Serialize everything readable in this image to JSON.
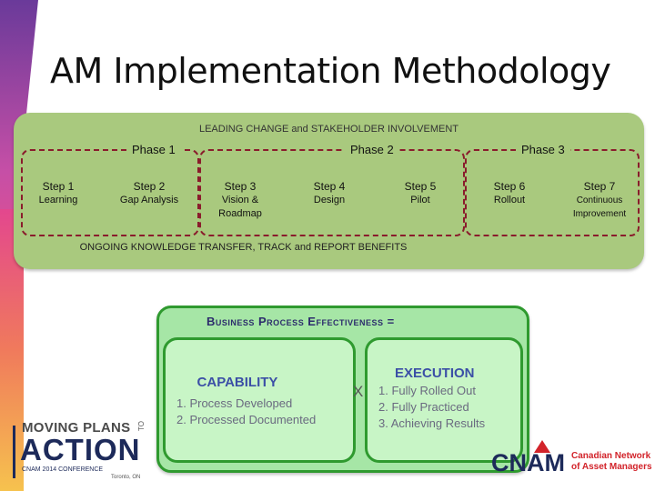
{
  "title": "AM Implementation Methodology",
  "framework": {
    "top_label": "LEADING CHANGE and STAKEHOLDER INVOLVEMENT",
    "bottom_label": "ONGOING KNOWLEDGE TRANSFER, TRACK and REPORT BENEFITS",
    "phases": [
      "Phase 1",
      "Phase 2",
      "Phase 3"
    ],
    "steps": [
      {
        "name": "Step 1",
        "sub": "Learning"
      },
      {
        "name": "Step 2",
        "sub": "Gap Analysis"
      },
      {
        "name": "Step 3",
        "sub": "Vision &",
        "sub2": "Roadmap"
      },
      {
        "name": "Step 4",
        "sub": "Design"
      },
      {
        "name": "Step 5",
        "sub": "Pilot"
      },
      {
        "name": "Step 6",
        "sub": "Rollout"
      },
      {
        "name": "Step 7",
        "sub": "Continuous",
        "sub2": "Improvement"
      }
    ]
  },
  "formula": {
    "title": "Business Process Effectiveness =",
    "operator": "X",
    "capability": {
      "heading": "CAPABILITY",
      "items": [
        "1. Process Developed",
        "2. Processed Documented"
      ]
    },
    "execution": {
      "heading": "EXECUTION",
      "items": [
        "1. Fully Rolled Out",
        "2. Fully Practiced",
        "3. Achieving Results"
      ]
    }
  },
  "logos": {
    "mpa_top": "MOVING PLANS",
    "mpa_to": "TO",
    "mpa_main": "ACTION",
    "mpa_sub": "CNAM 2014 CONFERENCE",
    "mpa_city": "Toronto, ON",
    "cnam_mark": "CNAM",
    "cnam_line1": "Canadian Network",
    "cnam_line2": "of Asset Managers"
  },
  "colors": {
    "panel_green": "#a9c97e",
    "phase_border": "#8a1c2c",
    "formula_green": "#a6e6a6",
    "formula_border": "#2f9a2f",
    "heading_blue": "#3b4fa6",
    "cnam_red": "#d2232a",
    "navy": "#1d2a5a"
  }
}
